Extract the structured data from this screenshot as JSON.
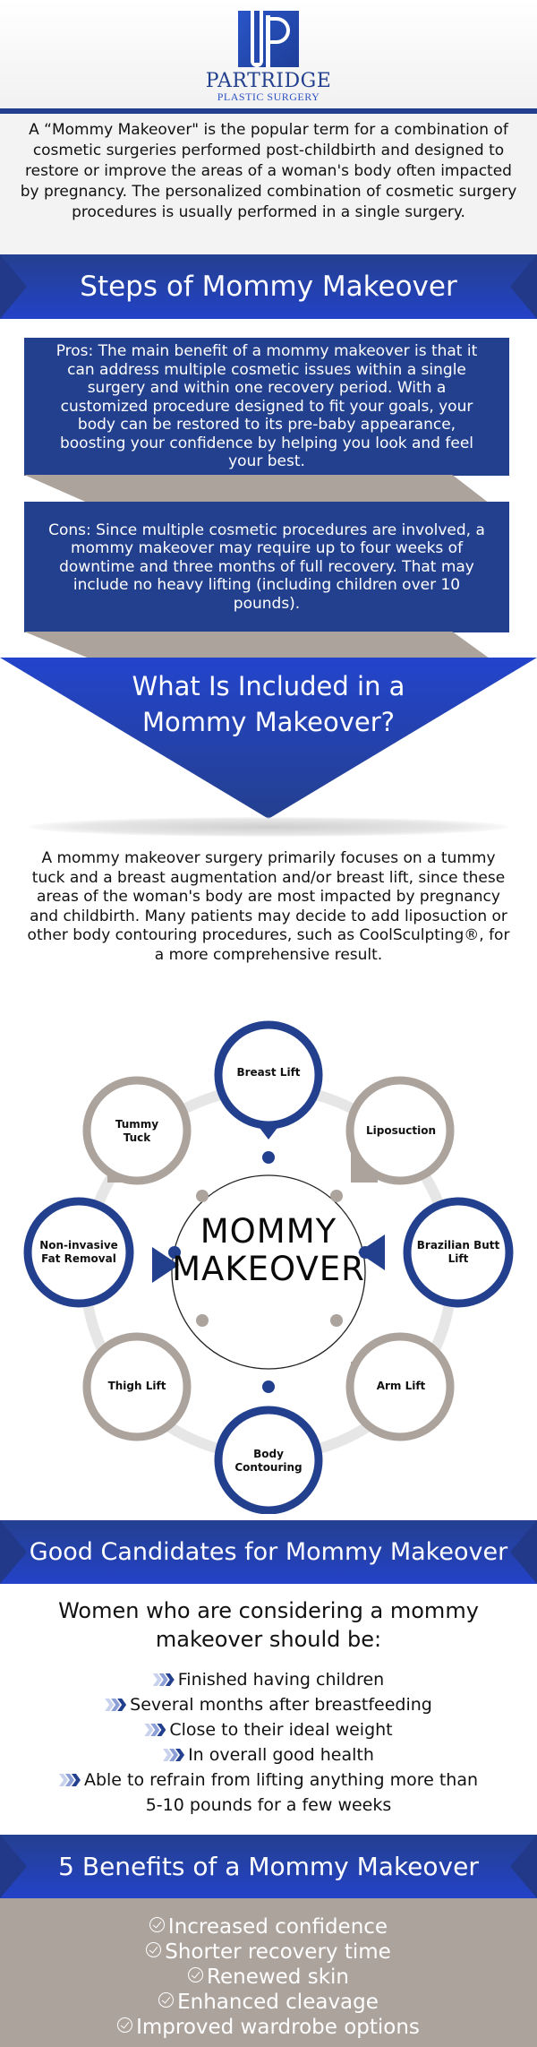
{
  "brand": {
    "name": "PARTRIDGE",
    "subtitle": "PLASTIC SURGERY",
    "colors": {
      "navy": "#23408f",
      "royal": "#2342c8",
      "taupe": "#aca39d",
      "light_gray": "#f3f3f3"
    }
  },
  "intro": {
    "text": "A “Mommy Makeover\" is the popular term for a combination of cosmetic surgeries performed post-childbirth and designed to restore or improve the areas of a woman's body often impacted by pregnancy. The personalized combination of cosmetic surgery procedures is usually performed in a single surgery."
  },
  "steps": {
    "title": "Steps of Mommy Makeover",
    "pros": "Pros: The main benefit of a mommy makeover is that it can address multiple cosmetic issues within a single surgery and within one recovery period. With a customized procedure designed to fit your goals, your body can be restored to its pre-baby appearance, boosting your confidence by helping you look and feel your best.",
    "cons": "Cons: Since multiple cosmetic procedures are involved, a mommy makeover may require up to four weeks of downtime and three months of full recovery. That may include no heavy lifting (including children over 10 pounds)."
  },
  "included": {
    "title_line1": "What Is Included in a",
    "title_line2": "Mommy Makeover?",
    "text": "A mommy makeover surgery primarily focuses on a tummy tuck and a breast augmentation and/or breast lift, since these areas of the woman's body are most impacted by pregnancy and childbirth. Many patients may decide to add liposuction or other body contouring procedures, such as CoolSculpting®, for a more comprehensive result."
  },
  "diagram": {
    "center_line1": "MOMMY",
    "center_line2": "MAKEOVER",
    "nodes": [
      {
        "label": "Breast Lift",
        "color": "navy"
      },
      {
        "label": "Liposuction",
        "color": "taupe"
      },
      {
        "label": "Brazilian Butt Lift",
        "color": "navy"
      },
      {
        "label": "Arm Lift",
        "color": "taupe"
      },
      {
        "label": "Body Contouring",
        "color": "navy"
      },
      {
        "label": "Thigh Lift",
        "color": "taupe"
      },
      {
        "label": "Non-invasive Fat Removal",
        "color": "navy"
      },
      {
        "label": "Tummy Tuck",
        "color": "taupe"
      }
    ]
  },
  "candidates": {
    "title": "Good Candidates for Mommy Makeover",
    "intro": "Women who are considering a mommy makeover should be:",
    "bullet_icon": "triple-chevron-right-icon",
    "items": [
      "Finished having children",
      "Several months after breastfeeding",
      "Close to their ideal weight",
      "In overall good health",
      "Able to refrain from lifting anything more than",
      "5-10 pounds for a few weeks"
    ]
  },
  "benefits": {
    "title": "5 Benefits of a Mommy Makeover",
    "bullet_icon": "check-circle-icon",
    "items": [
      "Increased confidence",
      "Shorter recovery time",
      "Renewed skin",
      "Enhanced cleavage",
      "Improved wardrobe options"
    ]
  }
}
